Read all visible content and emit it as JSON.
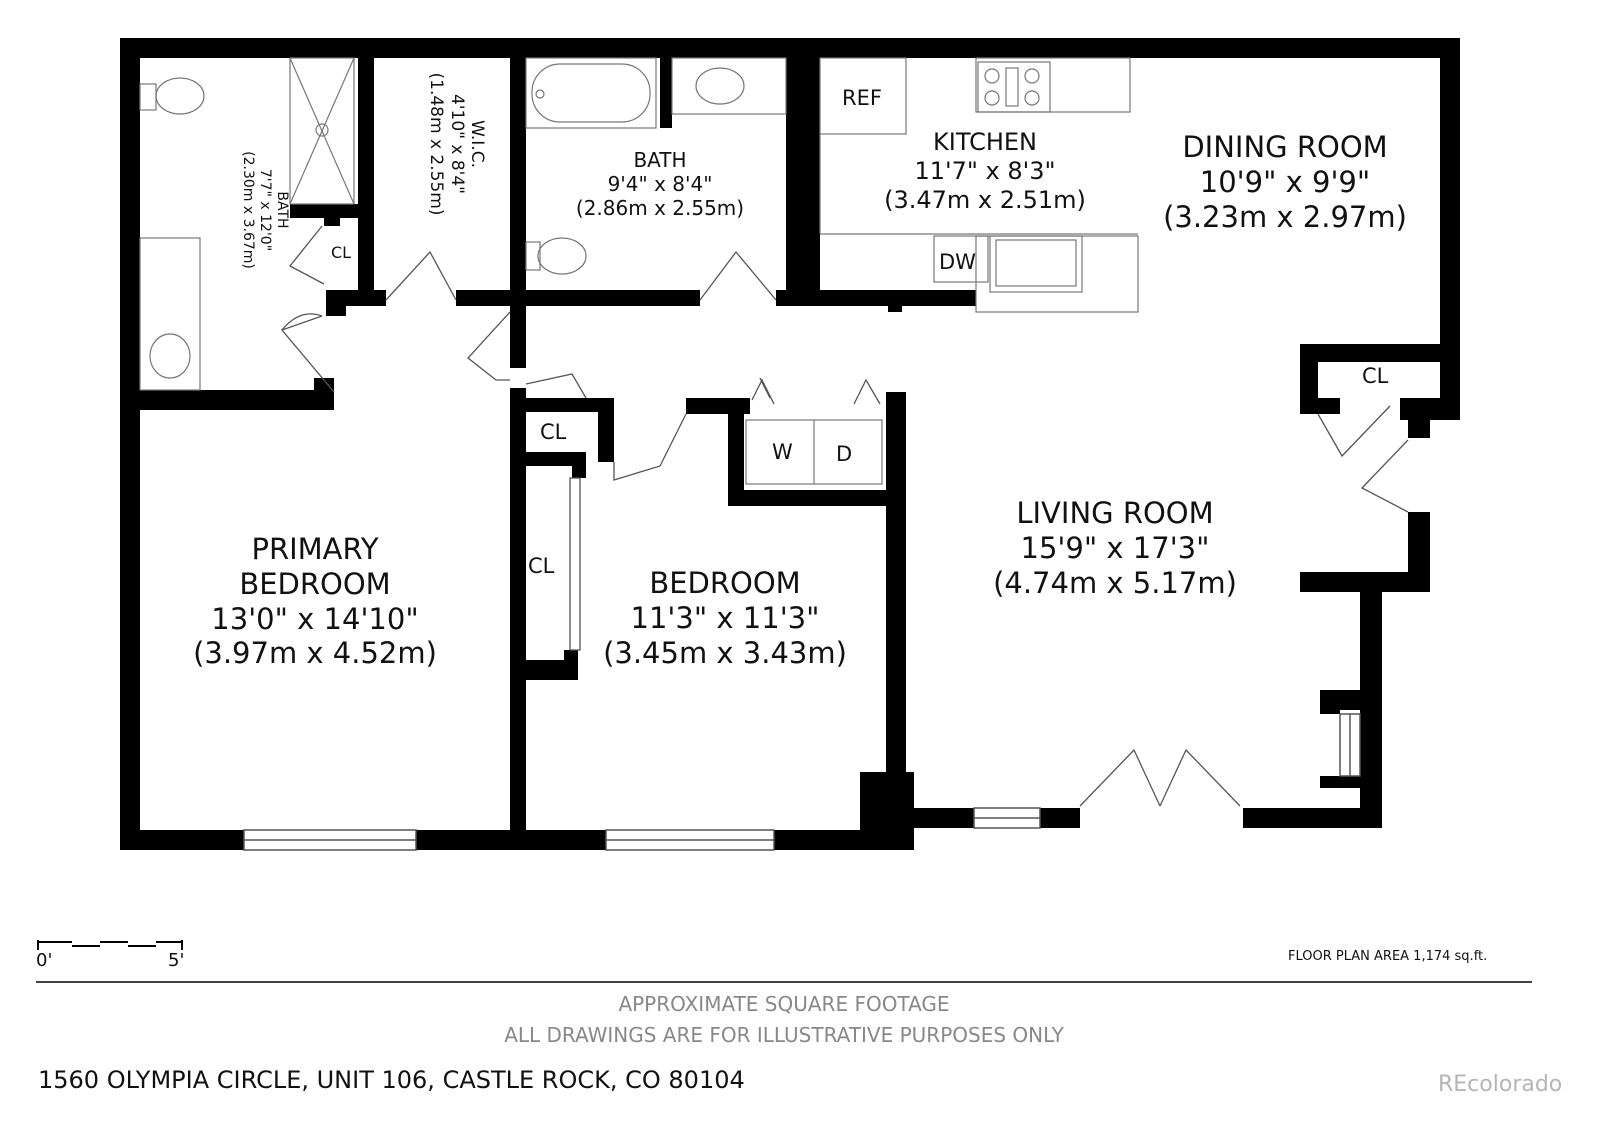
{
  "rooms": {
    "primary_bath": {
      "name": "BATH",
      "dims_ft": "7'7\" x 12'0\"",
      "dims_m": "(2.30m x 3.67m)"
    },
    "wic": {
      "name": "W.I.C.",
      "dims_ft": "4'10\" x 8'4\"",
      "dims_m": "(1.48m x 2.55m)"
    },
    "bath": {
      "name": "BATH",
      "dims_ft": "9'4\" x 8'4\"",
      "dims_m": "(2.86m x 2.55m)"
    },
    "kitchen": {
      "name": "KITCHEN",
      "dims_ft": "11'7\" x 8'3\"",
      "dims_m": "(3.47m x 2.51m)"
    },
    "dining": {
      "name": "DINING ROOM",
      "dims_ft": "10'9\" x 9'9\"",
      "dims_m": "(3.23m x 2.97m)"
    },
    "living": {
      "name": "LIVING ROOM",
      "dims_ft": "15'9\" x 17'3\"",
      "dims_m": "(4.74m x 5.17m)"
    },
    "primary_bedroom": {
      "name1": "PRIMARY",
      "name2": "BEDROOM",
      "dims_ft": "13'0\" x 14'10\"",
      "dims_m": "(3.97m x 4.52m)"
    },
    "bedroom": {
      "name": "BEDROOM",
      "dims_ft": "11'3\" x 11'3\"",
      "dims_m": "(3.45m x 3.43m)"
    }
  },
  "labels": {
    "closet": "CL",
    "refrigerator": "REF",
    "dishwasher": "DW",
    "washer": "W",
    "dryer": "D"
  },
  "scale": {
    "start": "0'",
    "end": "5'"
  },
  "floor_area": "FLOOR PLAN AREA 1,174 sq.ft.",
  "disclaimer": {
    "line1": "APPROXIMATE SQUARE FOOTAGE",
    "line2": "ALL DRAWINGS ARE FOR ILLUSTRATIVE PURPOSES ONLY"
  },
  "address": "1560 OLYMPIA CIRCLE, UNIT 106, CASTLE ROCK, CO 80104",
  "watermark": "REcolorado",
  "colors": {
    "wall": "#000000",
    "fixture": "#888888",
    "text": "#111111",
    "watermark": "#b5b5b5"
  }
}
